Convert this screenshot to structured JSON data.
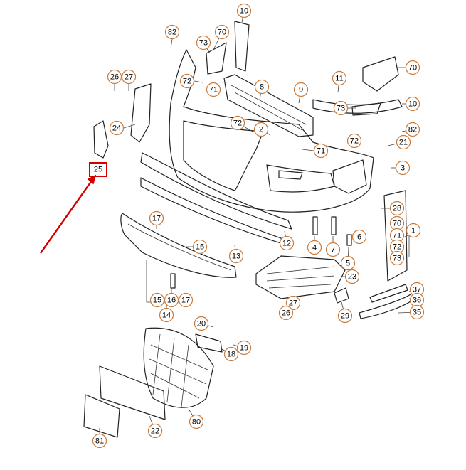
{
  "accent_color": "#d40000",
  "callout_color": "#c97a3a",
  "callouts": [
    {
      "id": "c82a",
      "label": "82"
    },
    {
      "id": "c70a",
      "label": "70"
    },
    {
      "id": "c10a",
      "label": "10"
    },
    {
      "id": "c73a",
      "label": "73"
    },
    {
      "id": "c72a",
      "label": "72"
    },
    {
      "id": "c71a",
      "label": "71"
    },
    {
      "id": "c26a",
      "label": "26"
    },
    {
      "id": "c27a",
      "label": "27"
    },
    {
      "id": "c24",
      "label": "24"
    },
    {
      "id": "c8",
      "label": "8"
    },
    {
      "id": "c9",
      "label": "9"
    },
    {
      "id": "c11",
      "label": "11"
    },
    {
      "id": "c70b",
      "label": "70"
    },
    {
      "id": "c73b",
      "label": "73"
    },
    {
      "id": "c10b",
      "label": "10"
    },
    {
      "id": "c72b",
      "label": "72"
    },
    {
      "id": "c2",
      "label": "2"
    },
    {
      "id": "c72c",
      "label": "72"
    },
    {
      "id": "c71b",
      "label": "71"
    },
    {
      "id": "c82b",
      "label": "82"
    },
    {
      "id": "c21",
      "label": "21"
    },
    {
      "id": "c3",
      "label": "3"
    },
    {
      "id": "c28",
      "label": "28"
    },
    {
      "id": "c70c",
      "label": "70"
    },
    {
      "id": "c71c",
      "label": "71"
    },
    {
      "id": "c72d",
      "label": "72"
    },
    {
      "id": "c73c",
      "label": "73"
    },
    {
      "id": "c1",
      "label": "1"
    },
    {
      "id": "c17a",
      "label": "17"
    },
    {
      "id": "c15a",
      "label": "15"
    },
    {
      "id": "c13",
      "label": "13"
    },
    {
      "id": "c12",
      "label": "12"
    },
    {
      "id": "c4",
      "label": "4"
    },
    {
      "id": "c7",
      "label": "7"
    },
    {
      "id": "c6",
      "label": "6"
    },
    {
      "id": "c5",
      "label": "5"
    },
    {
      "id": "c23",
      "label": "23"
    },
    {
      "id": "c27b",
      "label": "27"
    },
    {
      "id": "c26b",
      "label": "26"
    },
    {
      "id": "c29",
      "label": "29"
    },
    {
      "id": "c37",
      "label": "37"
    },
    {
      "id": "c36",
      "label": "36"
    },
    {
      "id": "c35",
      "label": "35"
    },
    {
      "id": "c15b",
      "label": "15"
    },
    {
      "id": "c16",
      "label": "16"
    },
    {
      "id": "c17b",
      "label": "17"
    },
    {
      "id": "c14",
      "label": "14"
    },
    {
      "id": "c20",
      "label": "20"
    },
    {
      "id": "c19",
      "label": "19"
    },
    {
      "id": "c18",
      "label": "18"
    },
    {
      "id": "c80",
      "label": "80"
    },
    {
      "id": "c22",
      "label": "22"
    },
    {
      "id": "c81",
      "label": "81"
    }
  ],
  "highlight": {
    "label": "25"
  }
}
